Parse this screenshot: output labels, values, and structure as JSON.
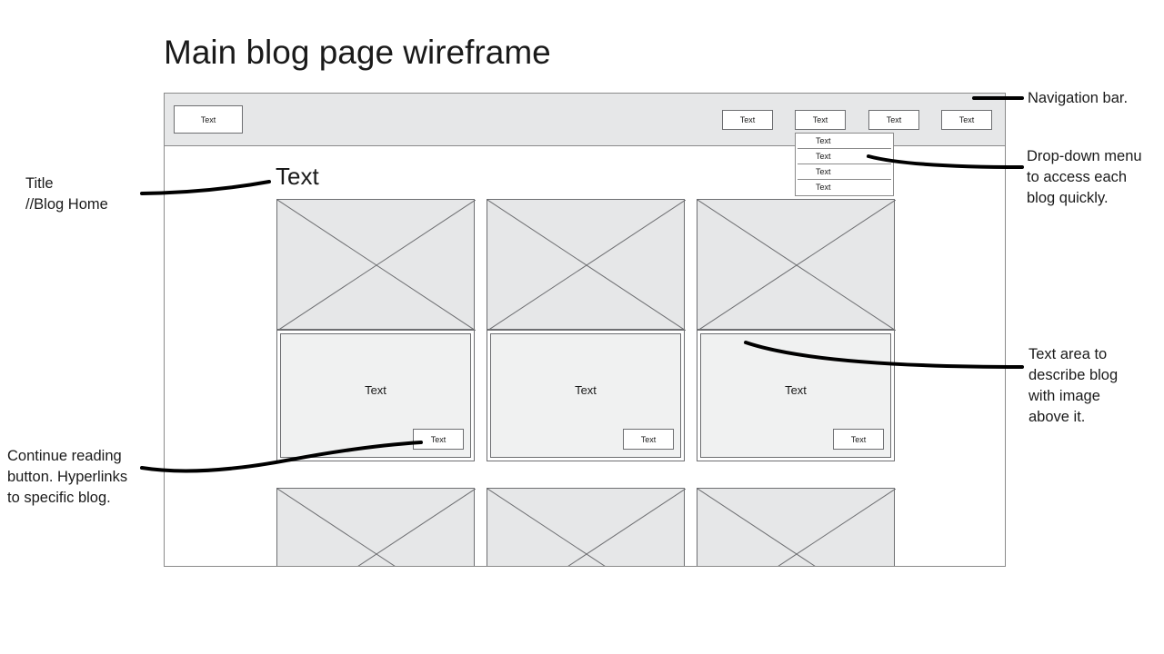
{
  "page_title": "Main blog page wireframe",
  "navbar": {
    "logo_label": "Text",
    "nav_items": [
      "Text",
      "Text",
      "Text",
      "Text"
    ]
  },
  "dropdown": {
    "items": [
      "Text",
      "Text",
      "Text",
      "Text"
    ]
  },
  "content": {
    "title": "Text",
    "cards": [
      {
        "text": "Text",
        "button": "Text"
      },
      {
        "text": "Text",
        "button": "Text"
      },
      {
        "text": "Text",
        "button": "Text"
      }
    ]
  },
  "annotations": {
    "navigation": "Navigation bar.",
    "title_l1": "Title",
    "title_l2": "//Blog Home",
    "dropdown_l1": "Drop-down menu",
    "dropdown_l2": "to access each",
    "dropdown_l3": "blog quickly.",
    "textarea_l1": "Text area to",
    "textarea_l2": "describe blog",
    "textarea_l3": "with image",
    "textarea_l4": "above it.",
    "continue_l1": "Continue reading",
    "continue_l2": "button. Hyperlinks",
    "continue_l3": "to specific blog."
  },
  "colors": {
    "placeholder_fill": "#e6e7e8",
    "stroke": "#6d6e71",
    "marker": "#000000"
  }
}
